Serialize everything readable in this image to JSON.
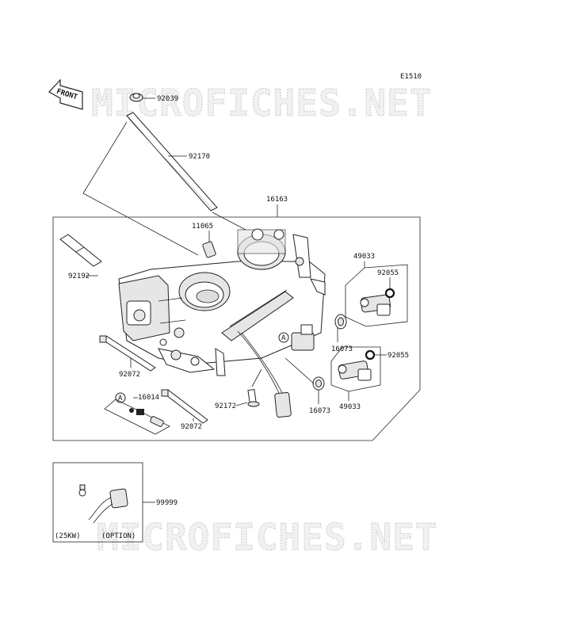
{
  "diagram_code": "E1510",
  "front_label": "FRONT",
  "watermark": "MICROFICHES.NET",
  "parts": {
    "p92039": "92039",
    "p92170": "92170",
    "p16163": "16163",
    "p11065": "11065",
    "p92192": "92192",
    "p49033_top": "49033",
    "p92055_top": "92055",
    "p16073_top": "16073",
    "p92055_bottom": "92055",
    "p92072_left": "92072",
    "p16014": "16014",
    "p92172": "92172",
    "p16073_bottom": "16073",
    "p49033_bottom": "49033",
    "p92072_bottom": "92072",
    "p99999": "99999"
  },
  "ref_mark_a": "A",
  "option_box": {
    "variant": "(25KW)",
    "note": "(OPTION)"
  }
}
